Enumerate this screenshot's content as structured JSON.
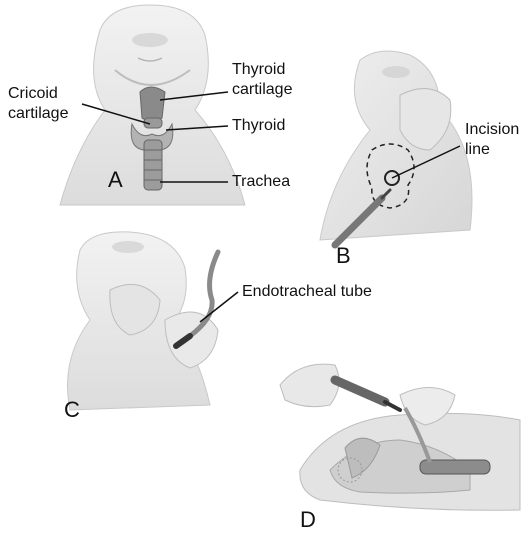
{
  "labels": {
    "cricoid_cartilage": "Cricoid\ncartilage",
    "thyroid_cartilage": "Thyroid\ncartilage",
    "thyroid": "Thyroid",
    "trachea": "Trachea",
    "incision_line": "Incision\nline",
    "endotracheal_tube": "Endotracheal tube"
  },
  "panels": [
    "A",
    "B",
    "C",
    "D"
  ]
}
